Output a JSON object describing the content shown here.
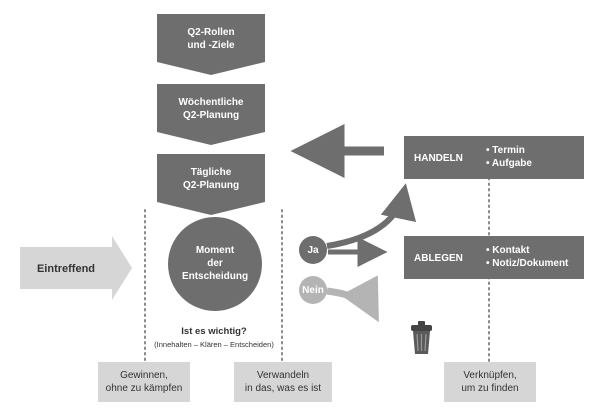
{
  "diagram": {
    "planning": {
      "roles_goals": [
        "Q2-Rollen",
        "und -Ziele"
      ],
      "weekly": [
        "Wöchentliche",
        "Q2-Planung"
      ],
      "daily": [
        "Tägliche",
        "Q2-Planung"
      ]
    },
    "arrival": "Eintreffend",
    "moment": [
      "Moment",
      "der",
      "Entscheidung"
    ],
    "question": "Ist es wichtig?",
    "question_hint": "(Innehalten – Klären – Entscheiden)",
    "yes": "Ja",
    "no": "Nein",
    "act": {
      "title": "HANDELN",
      "items": [
        "Termin",
        "Aufgabe"
      ]
    },
    "file": {
      "title": "ABLEGEN",
      "items": [
        "Kontakt",
        "Notiz/Dokument"
      ]
    },
    "captions": {
      "win": [
        "Gewinnen,",
        "ohne zu kämpfen"
      ],
      "transform": [
        "Verwandeln",
        "in das, was es ist"
      ],
      "link": [
        "Verknüpfen,",
        "um zu finden"
      ]
    },
    "colors": {
      "dark_box": "#6e6e6e",
      "light_box": "#d6d6d6",
      "no_gray": "#b4b4b4",
      "dots": "#8a8a8a"
    }
  }
}
